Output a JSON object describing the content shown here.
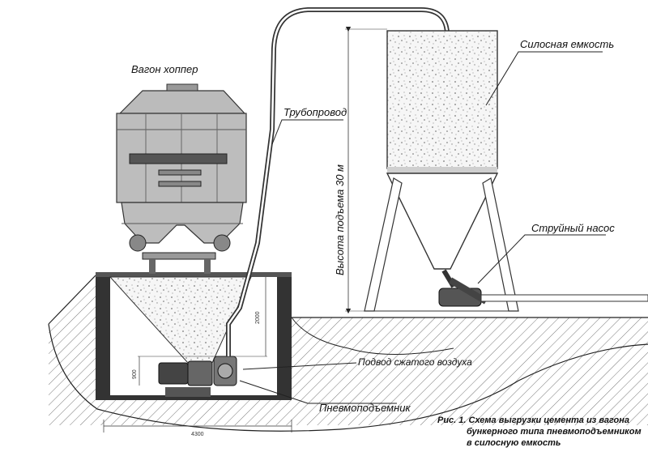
{
  "labels": {
    "wagon": "Вагон хоппер",
    "pipeline": "Трубопровод",
    "silo": "Силосная емкость",
    "lift_height": "Высота подъема 30 м",
    "jet_pump": "Струйный насос",
    "air_supply": "Подвод сжатого воздуха",
    "pneumolift": "Пневмоподъемник"
  },
  "dimensions": {
    "pit_depth": "2000",
    "pump_height": "900",
    "pit_width": "4300"
  },
  "caption": {
    "line1": "Рис. 1. Схема выгрузки цемента из вагона",
    "line2": "бункерного типа пневмоподъемником",
    "line3": "в силосную емкость"
  }
}
